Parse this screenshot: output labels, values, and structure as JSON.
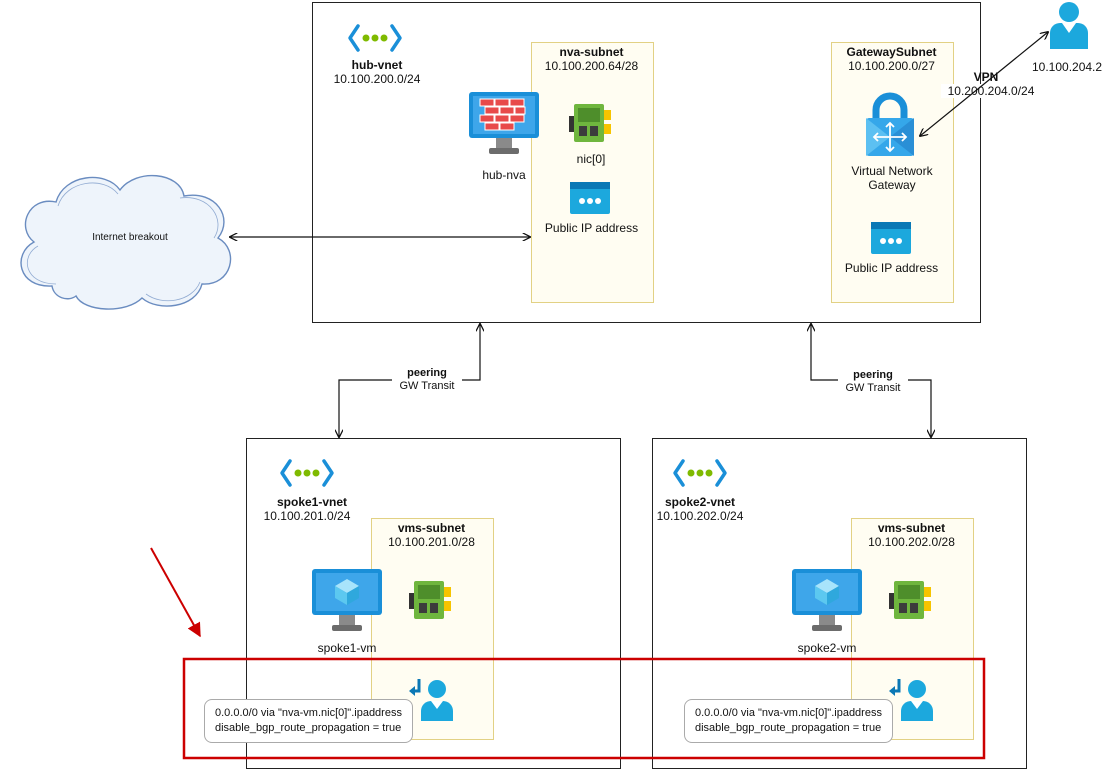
{
  "hub": {
    "name": "hub-vnet",
    "cidr": "10.100.200.0/24"
  },
  "nva_subnet": {
    "name": "nva-subnet",
    "cidr": "10.100.200.64/28",
    "vm_label": "hub-nva",
    "nic_label": "nic[0]",
    "pip_label": "Public IP address"
  },
  "gw_subnet": {
    "name": "GatewaySubnet",
    "cidr": "10.100.200.0/27",
    "gateway_label": "Virtual Network Gateway",
    "pip_label": "Public IP address"
  },
  "vpn": {
    "title": "VPN",
    "cidr": "10.200.204.0/24",
    "client_ip": "10.100.204.2"
  },
  "internet": {
    "label": "Internet breakout"
  },
  "peering": [
    {
      "title": "peering",
      "sub": "GW Transit"
    },
    {
      "title": "peering",
      "sub": "GW Transit"
    }
  ],
  "spoke1": {
    "name": "spoke1-vnet",
    "cidr": "10.100.201.0/24",
    "subnet_name": "vms-subnet",
    "subnet_cidr": "10.100.201.0/28",
    "vm_label": "spoke1-vm",
    "route_line1": "0.0.0.0/0 via \"nva-vm.nic[0]\".ipaddress",
    "route_line2": "disable_bgp_route_propagation = true"
  },
  "spoke2": {
    "name": "spoke2-vnet",
    "cidr": "10.100.202.0/24",
    "subnet_name": "vms-subnet",
    "subnet_cidr": "10.100.202.0/28",
    "vm_label": "spoke2-vm",
    "route_line1": "0.0.0.0/0 via \"nva-vm.nic[0]\".ipaddress",
    "route_line2": "disable_bgp_route_propagation = true"
  },
  "colors": {
    "highlight": "#cc0000",
    "subnet_fill": "#fffdf2",
    "subnet_border": "#e2d184",
    "azure_blue": "#1a8fd8",
    "vnet_green": "#7fba00"
  }
}
